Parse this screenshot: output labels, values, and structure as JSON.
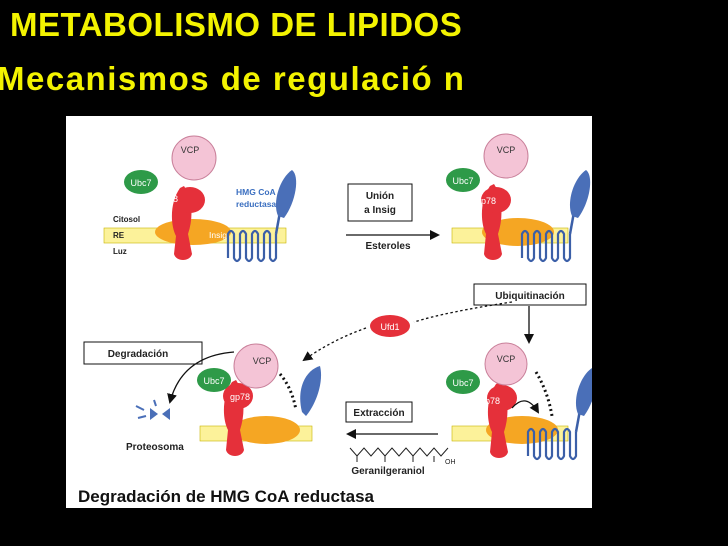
{
  "slide": {
    "title": "METABOLISMO DE LIPIDOS",
    "subtitle": "Mecanismos de regulació n"
  },
  "colors": {
    "background": "#000000",
    "title": "#f3f300",
    "membrane": "#fcf29a",
    "ubc7": "#2e9a48",
    "gp78": "#e5303a",
    "vcp": "#f4c4d6",
    "insig": "#f5a623",
    "hmgcoa_reductase": "#4a6fb8",
    "ufd1": "#e5303a"
  },
  "diagram": {
    "labels": {
      "citosol": "Citosol",
      "re": "RE",
      "luz": "Luz",
      "hmgcoa_line1": "HMG CoA",
      "hmgcoa_line2": "reductasa",
      "union_line1": "Unión",
      "union_line2": "a Insig",
      "esteroles": "Esteroles",
      "ubiquitinacion": "Ubiquitinación",
      "ufd1": "Ufd1",
      "degradacion": "Degradación",
      "proteosoma": "Proteosoma",
      "extraccion": "Extracción",
      "geranilgeraniol": "Geranilgeraniol",
      "oh": "OH",
      "footer": "Degradación de HMG CoA reductasa"
    },
    "protein_labels": {
      "ubc7": "Ubc7",
      "gp78": "gp78",
      "vcp": "VCP",
      "insig": "Insig"
    }
  }
}
